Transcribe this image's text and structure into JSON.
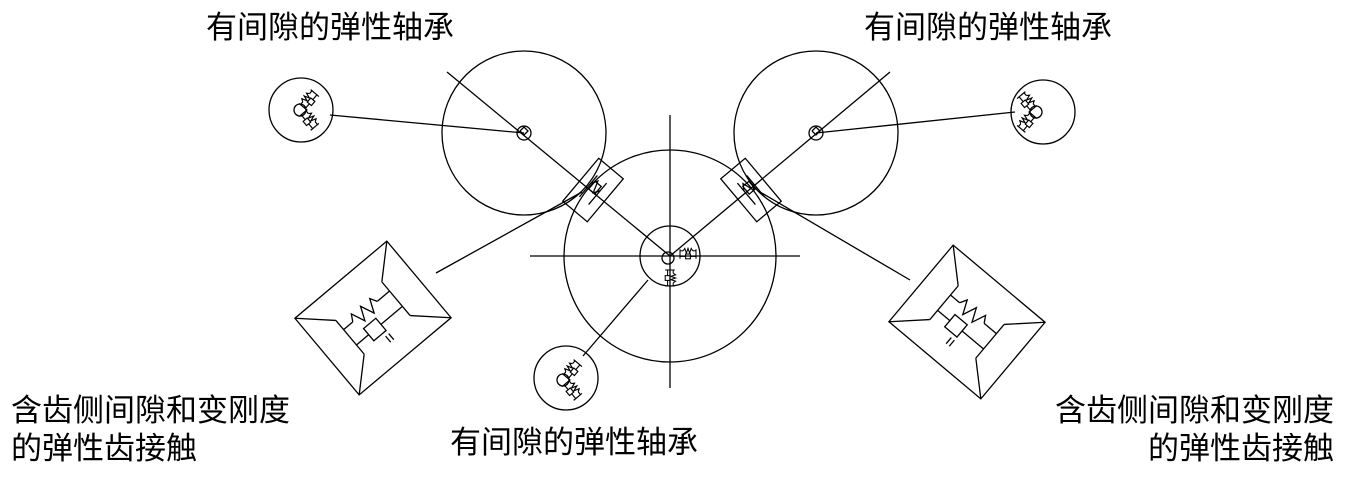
{
  "labels": {
    "bearing_top_left": "有间隙的弹性轴承",
    "bearing_top_right": "有间隙的弹性轴承",
    "bearing_bottom": "有间隙的弹性轴承",
    "mesh_left_line1": "含齿侧间隙和变刚度",
    "mesh_left_line2": "的弹性齿接触",
    "mesh_right_line1": "含齿侧间隙和变刚度",
    "mesh_right_line2": "的弹性齿接触"
  },
  "colors": {
    "stroke": "#000000",
    "background": "#ffffff"
  }
}
